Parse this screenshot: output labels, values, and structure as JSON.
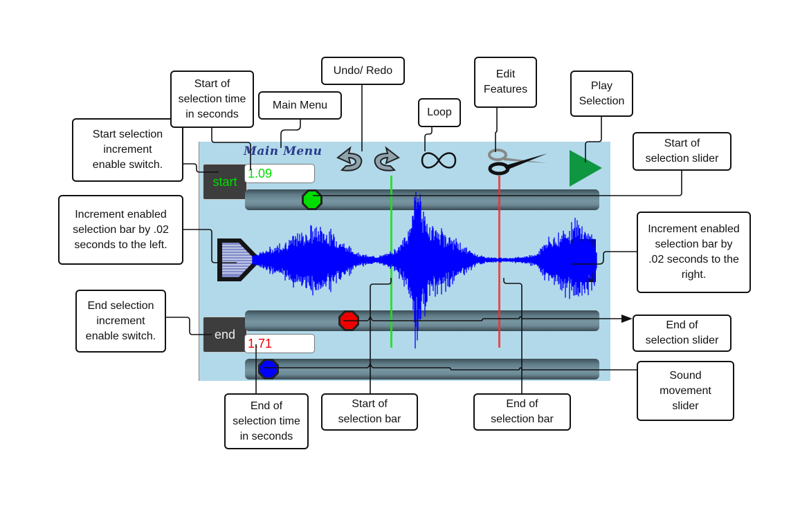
{
  "app": {
    "main_menu_label": "Main Menu",
    "start_switch_label": "start",
    "end_switch_label": "end",
    "start_time_value": "1.09",
    "end_time_value": "1.71",
    "icons": {
      "undo": "undo-icon",
      "redo": "redo-icon",
      "loop": "loop-icon",
      "edit": "scissors-icon",
      "play": "play-icon",
      "nudge_left": "nudge-left-arrow-icon",
      "nudge_right": "nudge-right-arrow-icon"
    },
    "sliders": {
      "start_selection_position": 0.17,
      "end_selection_position": 0.28,
      "sound_movement_position": 0.04
    },
    "selection_bars": {
      "start_bar_color": "#22dd22",
      "end_bar_color": "#ee3333"
    },
    "colors": {
      "panel_bg": "#b1d9ea",
      "start_green": "#00dd00",
      "end_red": "#ee0000",
      "sound_blue": "#0000ff",
      "play_green": "#0f9640",
      "waveform": "#0000ff"
    }
  },
  "callouts": [
    {
      "id": "start-switch",
      "text": "Start selection\nincrement\nenable switch."
    },
    {
      "id": "start-time",
      "text": "Start of\nselection time\nin seconds"
    },
    {
      "id": "main-menu",
      "text": "Main Menu"
    },
    {
      "id": "undo-redo",
      "text": "Undo/ Redo"
    },
    {
      "id": "loop",
      "text": "Loop"
    },
    {
      "id": "edit-features",
      "text": "Edit\nFeatures"
    },
    {
      "id": "play-selection",
      "text": "Play\nSelection"
    },
    {
      "id": "start-slider",
      "text": "Start of\nselection slider"
    },
    {
      "id": "nudge-left",
      "text": "Increment enabled\nselection bar by .02\nseconds to the left."
    },
    {
      "id": "nudge-right",
      "text": "Increment enabled\nselection bar by\n.02 seconds to the\nright."
    },
    {
      "id": "end-switch",
      "text": "End selection\nincrement\nenable switch."
    },
    {
      "id": "end-slider",
      "text": "End of\nselection slider"
    },
    {
      "id": "sound-slider",
      "text": "Sound\nmovement\nslider"
    },
    {
      "id": "end-time",
      "text": "End of\nselection time\nin seconds"
    },
    {
      "id": "start-bar",
      "text": "Start of\nselection bar"
    },
    {
      "id": "end-bar",
      "text": "End of\nselection bar"
    }
  ]
}
